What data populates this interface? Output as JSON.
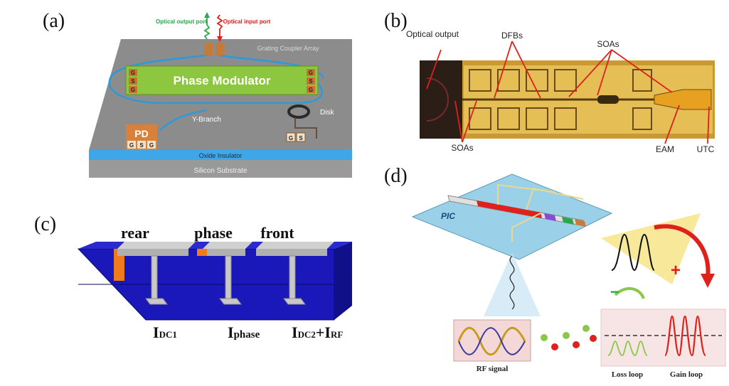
{
  "panels": {
    "a": {
      "label": "(a)",
      "optical_output_port": "Optical output port",
      "optical_input_port": "Optical input port",
      "grating_coupler_array": "Grating Coupler Array",
      "phase_modulator": "Phase Modulator",
      "disk": "Disk",
      "y_branch": "Y-Branch",
      "pd": "PD",
      "oxide_insulator": "Oxide Insulator",
      "silicon_substrate": "Silicon Substrate",
      "pad_g": "G",
      "pad_s": "S"
    },
    "b": {
      "label": "(b)",
      "optical_output": "Optical output",
      "dfbs": "DFBs",
      "soas_top": "SOAs",
      "soas_bottom": "SOAs",
      "eam": "EAM",
      "utc": "UTC"
    },
    "c": {
      "label": "(c)",
      "rear": "rear",
      "phase": "phase",
      "front": "front",
      "i_dc1": "I",
      "i_dc1_sub": "DC1",
      "i_phase": "I",
      "i_phase_sub": "phase",
      "i_dc2_rf_a": "I",
      "i_dc2_rf_a_sub": "DC2",
      "i_dc2_rf_plus": "+I",
      "i_dc2_rf_b_sub": "RF"
    },
    "d": {
      "label": "(d)",
      "pic": "PIC",
      "plus": "+",
      "minus": "−",
      "rf_signal": "RF signal",
      "loss_loop": "Loss loop",
      "gain_loop": "Gain loop"
    }
  },
  "colors": {
    "accent_red": "#e0201b",
    "accent_green": "#2aa84a",
    "chip_blue": "#1a18b8",
    "modulator_green": "#8dc63f",
    "gold": "#d9a437"
  }
}
